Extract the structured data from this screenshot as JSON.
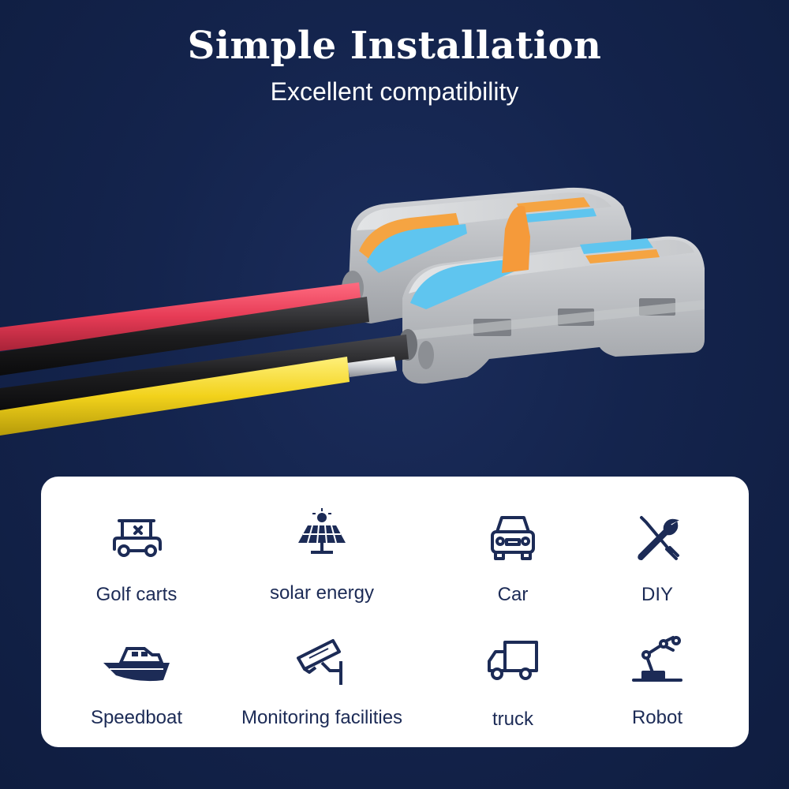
{
  "header": {
    "title": "Simple Installation",
    "subtitle": "Excellent compatibility"
  },
  "colors": {
    "background": "#14244d",
    "card": "#ffffff",
    "icon": "#1c2b56",
    "wire_red": "#e63b55",
    "wire_black": "#1d1d1f",
    "wire_yellow": "#f2d21b",
    "connector_body": "#b9bcc1",
    "lever_orange": "#f59a3a",
    "lever_blue": "#5fc5ef"
  },
  "applications": [
    {
      "label": "Golf carts",
      "icon": "golf-cart-icon"
    },
    {
      "label": "solar energy",
      "icon": "solar-panel-icon"
    },
    {
      "label": "Car",
      "icon": "car-icon"
    },
    {
      "label": "DIY",
      "icon": "tools-icon"
    },
    {
      "label": "Speedboat",
      "icon": "speedboat-icon"
    },
    {
      "label": "Monitoring facilities",
      "icon": "security-camera-icon"
    },
    {
      "label": "truck",
      "icon": "truck-icon"
    },
    {
      "label": "Robot",
      "icon": "robot-arm-icon"
    }
  ]
}
